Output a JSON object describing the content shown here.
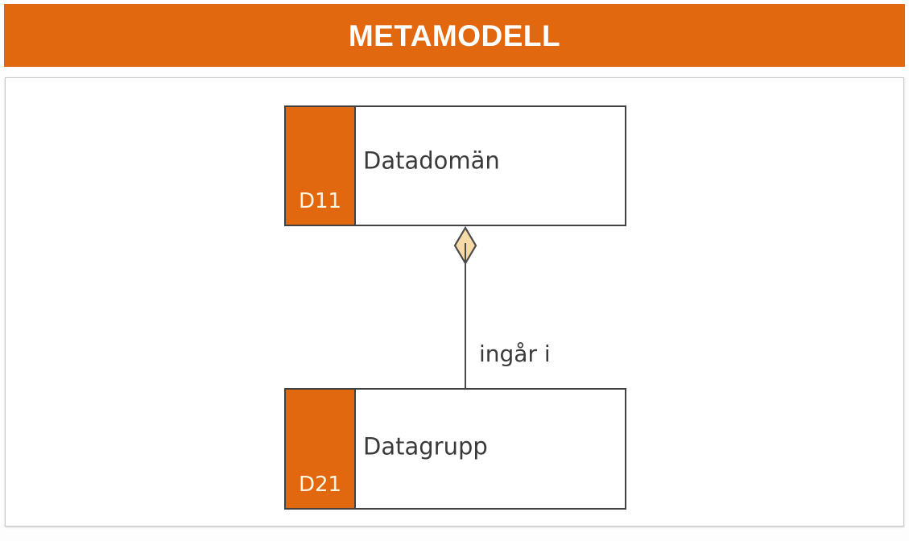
{
  "header": {
    "title": "METAMODELL",
    "background_color": "#e2680f",
    "text_color": "#ffffff"
  },
  "diagram": {
    "type": "uml-class-aggregation",
    "entities": [
      {
        "code": "D11",
        "name": "Datadomän",
        "tab_color": "#e2680f",
        "border_color": "#414141",
        "code_color": "#fdf4e3"
      },
      {
        "code": "D21",
        "name": "Datagrupp",
        "tab_color": "#e2680f",
        "border_color": "#414141",
        "code_color": "#fdf4e3"
      }
    ],
    "relationship": {
      "label": "ingår i",
      "marker": "aggregation-diamond",
      "marker_fill": "#f8d9a8",
      "marker_stroke": "#4a4a4a",
      "line_color": "#4a4a4a",
      "from": "D21",
      "to": "D11"
    }
  }
}
